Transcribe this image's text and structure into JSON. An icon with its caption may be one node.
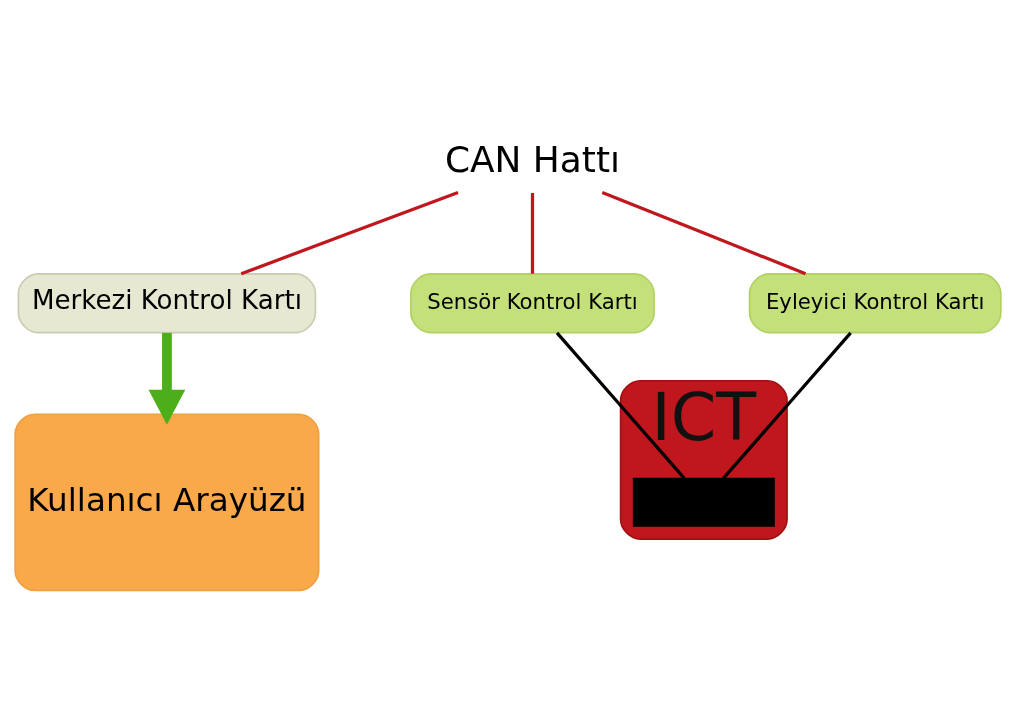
{
  "diagram": {
    "nodes": [
      {
        "text": [
          "CAN Hattı"
        ]
      },
      {
        "text": [
          "Merkezi Kontrol Kartı"
        ]
      },
      {
        "text": [
          "Kullanıcı Arayüzü"
        ]
      },
      {
        "text": [
          "Sensör Kontrol Kartı"
        ]
      },
      {
        "text": [
          "Eyleyici Kontrol Kartı"
        ]
      },
      {
        "text": [
          "ICT"
        ]
      },
      {
        "text": [],
        "shape": "box",
        "in": 5
      }
    ],
    "edges": [
      {
        "from": 0,
        "to": 1,
        "arrow": "none"
      },
      {
        "from": 0,
        "to": 3,
        "arrow": "none"
      },
      {
        "from": 0,
        "to": 4,
        "arrow": "none"
      },
      {
        "from": 1,
        "to": 2,
        "arrow": "to",
        "style": "thick",
        "color": "#4caf1a"
      },
      {
        "from": 3,
        "to": 6,
        "arrow": "none",
        "color": "#000000"
      },
      {
        "from": 4,
        "to": 6,
        "arrow": "none",
        "color": "#000000"
      }
    ]
  }
}
